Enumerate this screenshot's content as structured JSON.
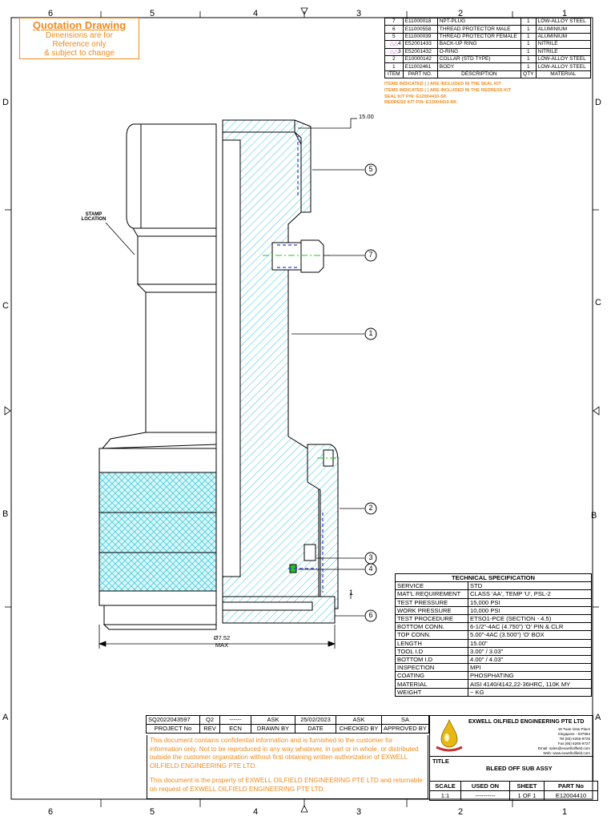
{
  "zones_top": [
    "6",
    "5",
    "4",
    "3",
    "2",
    "1"
  ],
  "zones_bottom": [
    "6",
    "5",
    "4",
    "3",
    "2",
    "1"
  ],
  "zones_left": [
    "D",
    "C",
    "B",
    "A"
  ],
  "zones_right": [
    "D",
    "C",
    "B",
    "A"
  ],
  "quotation": {
    "title": "Quotation Drawing",
    "line1": "Dimensions are for",
    "line2": "Reference only",
    "line3": "& subject to change"
  },
  "bom": {
    "headers": [
      "ITEM",
      "PART NO.",
      "DESCRIPTION",
      "QTY",
      "MATERIAL"
    ],
    "rows": [
      {
        "item": "7",
        "part": "E11000018",
        "desc": "NPT-PLUG",
        "qty": "1",
        "mat": "LOW-ALLOY STEEL"
      },
      {
        "item": "6",
        "part": "E11000558",
        "desc": "THREAD PROTECTOR MALE",
        "qty": "1",
        "mat": "ALUMINIUM"
      },
      {
        "item": "5",
        "part": "E11000039",
        "desc": "THREAD PROTECTOR FEMALE",
        "qty": "1",
        "mat": "ALUMINIUM"
      },
      {
        "item": "4",
        "part": "E52001433",
        "desc": "BACK-UP RING",
        "qty": "1",
        "mat": "NITRILE"
      },
      {
        "item": "3",
        "part": "E52001432",
        "desc": "O-RING",
        "qty": "1",
        "mat": "NITRILE"
      },
      {
        "item": "2",
        "part": "E10000142",
        "desc": "COLLAR (STD TYPE)",
        "qty": "1",
        "mat": "LOW-ALLOY STEEL"
      },
      {
        "item": "1",
        "part": "E11002461",
        "desc": "BODY",
        "qty": "1",
        "mat": "LOW-ALLOY STEEL"
      }
    ]
  },
  "kit_notes": {
    "seal": "ITEMS INDICATED (  ) ARE INCLUDED IN THE SEAL KIT",
    "redress": "ITEMS INDICATED (  ) ARE INCLUDED IN THE REDRESS KIT",
    "seal_pn": "SEAL KIT P/N: E12004410-SK",
    "redress_pn": "REDRESS KIT P/N: E12004410-RK"
  },
  "drawing": {
    "dim_length": "15.00",
    "stamp_line1": "STAMP",
    "stamp_line2": "LOCATION",
    "dim_od": "Ø7.52",
    "dim_od_max": "MAX",
    "section_mark": "1",
    "balloons": [
      "5",
      "7",
      "1",
      "2",
      "3",
      "4",
      "6"
    ]
  },
  "spec": {
    "title": "TECHNICAL SPECIFICATION",
    "rows": [
      {
        "k": "SERVICE",
        "v": "STD"
      },
      {
        "k": "MAT'L REQUIREMENT",
        "v": "CLASS 'AA', TEMP 'U', PSL-2"
      },
      {
        "k": "TEST PRESSURE",
        "v": "15,000 PSI"
      },
      {
        "k": "WORK PRESSURE",
        "v": "10,000 PSI"
      },
      {
        "k": "TEST PROCEDURE",
        "v": "ETSO1-PCE (SECTION - 4.5)"
      },
      {
        "k": "BOTTOM CONN.",
        "v": "6-1/2\"-4AC (4.750\") 'O' PIN & CLR"
      },
      {
        "k": "TOP CONN.",
        "v": "5.00\"-4AC (3.500\") 'O' BOX"
      },
      {
        "k": "LENGTH",
        "v": "15.00\""
      },
      {
        "k": "TOOL I.D",
        "v": "3.00\" / 3.03\""
      },
      {
        "k": "BOTTOM I.D",
        "v": "4.00\" / 4.03\""
      },
      {
        "k": "INSPECTION",
        "v": "MPI"
      },
      {
        "k": "COATING",
        "v": "PHOSPHATING"
      },
      {
        "k": "MATERIAL",
        "v": "AISI 4140/4142,22-36HRC, 110K MY"
      },
      {
        "k": "WEIGHT",
        "v": "~ KG"
      }
    ]
  },
  "titleblock": {
    "values": [
      "SQ2022043597",
      "Q2",
      "------",
      "ASK",
      "25/02/2023",
      "ASK",
      "SA"
    ],
    "labels": [
      "PROJECT No",
      "REV",
      "ECN",
      "DRAWN BY",
      "DATE",
      "CHECKED BY",
      "APPROVED BY"
    ],
    "conf1": "This document contains confidential information and is furnished to the customer for information only. Not to be reproduced in any way whatever, in part or in whole, or distributed outside the customer organization without first obtaining written authorization of  EXWELL OILFIELD  ENGINEERING PTE LTD.",
    "conf2": "This document is the property of EXWELL OILFIELD  ENGINEERING PTE LTD and returnable on request of EXWELL OILFIELD  ENGINEERING PTE LTD."
  },
  "company": {
    "name": "EXWELL OILFIELD ENGINEERING PTE LTD",
    "addr1": "18 Tuas View Place",
    "addr2": "Singapore - 637864",
    "tel": "Tel:(65) 6265-9726",
    "fax": "Fax:(65) 6265-9727",
    "email": "Email: sales@exwelloilfield.com",
    "web": "Web: www.exwelloilfield.com"
  },
  "title": {
    "label": "TITLE",
    "value": "BLEED OFF SUB ASSY"
  },
  "bottom": {
    "labels": [
      "SCALE",
      "USED ON",
      "SHEET",
      "PART No"
    ],
    "values": [
      "1:1",
      "----------",
      "1 OF 1",
      "E12004410"
    ]
  },
  "colors": {
    "accent": "#f08a1c",
    "hatch": "#36c6d8",
    "callout": "#2b3fd6",
    "centerline": "#22c522",
    "kit": "#d23ad2"
  }
}
